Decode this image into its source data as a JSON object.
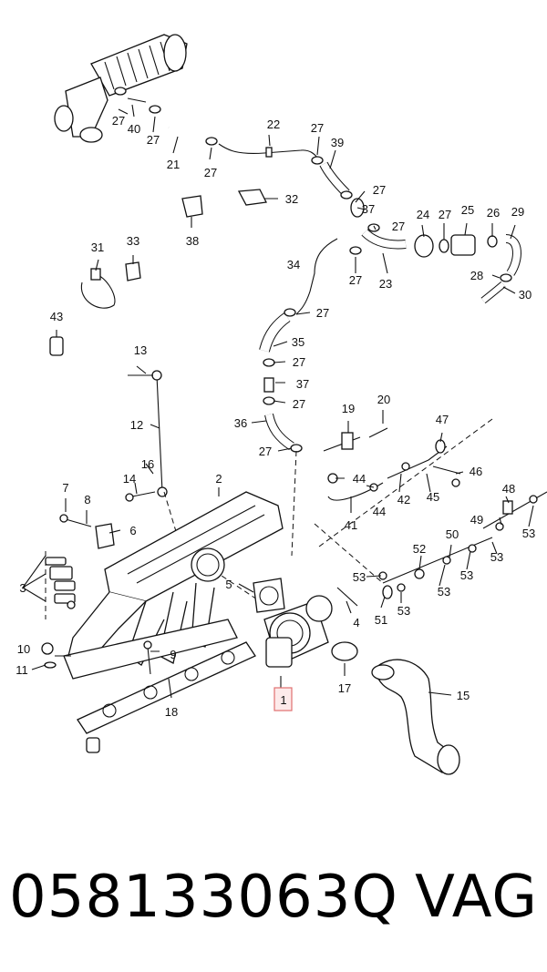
{
  "caption": {
    "part_number": "058133063Q",
    "brand": "VAG"
  },
  "highlighted_callout": "1",
  "callouts": [
    "2",
    "3",
    "4",
    "5",
    "6",
    "7",
    "8",
    "9",
    "10",
    "11",
    "12",
    "13",
    "14",
    "15",
    "16",
    "17",
    "18",
    "19",
    "20",
    "21",
    "22",
    "23",
    "24",
    "25",
    "26",
    "27",
    "28",
    "29",
    "30",
    "31",
    "32",
    "33",
    "34",
    "35",
    "36",
    "37",
    "38",
    "39",
    "40",
    "41",
    "42",
    "43",
    "44",
    "45",
    "46",
    "47",
    "48",
    "49",
    "50",
    "51",
    "52",
    "53"
  ],
  "colors": {
    "highlight_stroke": "#e07070",
    "highlight_fill": "#fdeaea",
    "line": "#111111"
  }
}
